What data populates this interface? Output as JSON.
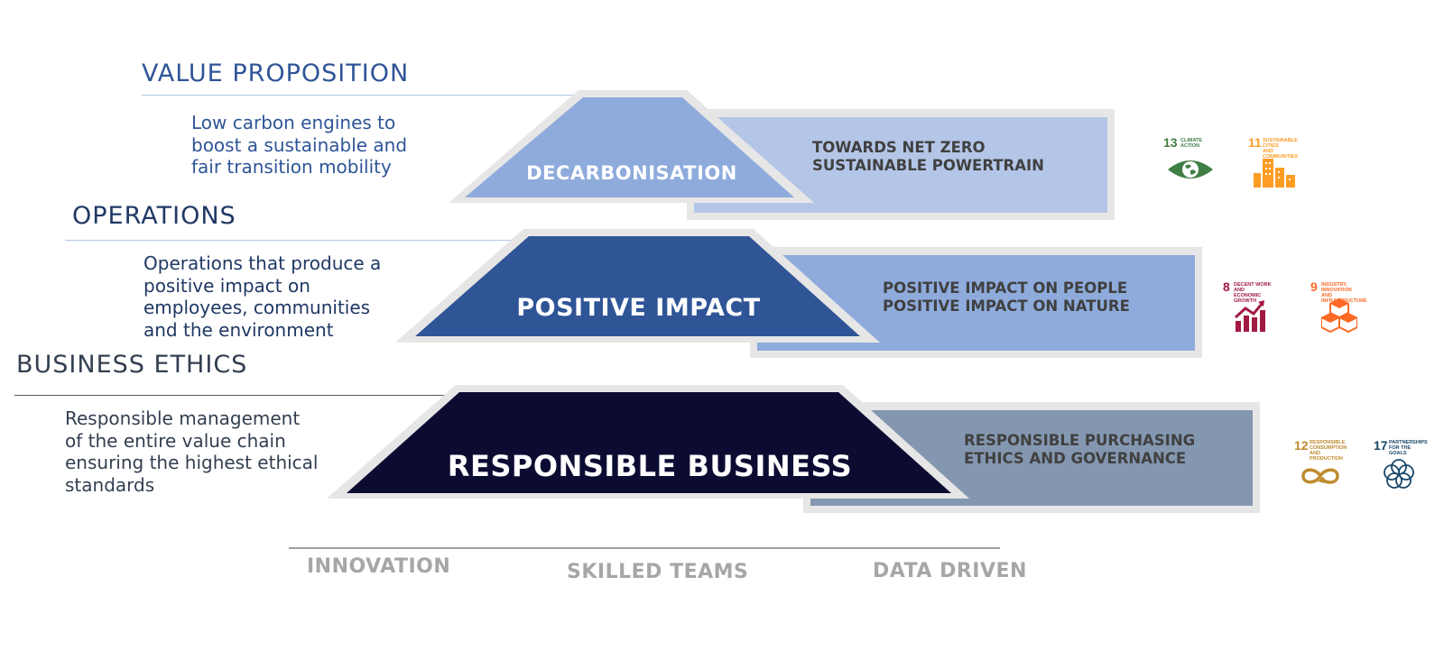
{
  "colors": {
    "decarbonisation": "#8eabdc",
    "decarbonisation_box": "#b4c6e7",
    "positive_impact": "#2f5597",
    "positive_impact_box": "#8eabdc",
    "responsible_business": "#0c0c33",
    "responsible_business_box": "#8497b0",
    "frame": "#e7e6e6",
    "heading_blue": "#2f5597",
    "heading_navy": "#1f3864",
    "heading_dark": "#333f50",
    "pillar_grey": "#a6a6a6"
  },
  "levels": [
    {
      "heading": "VALUE PROPOSITION",
      "description": [
        "Low carbon engines to",
        "boost a sustainable and",
        "fair transition mobility"
      ],
      "label": "DECARBONISATION",
      "box_lines": [
        "TOWARDS NET ZERO",
        "SUSTAINABLE POWERTRAIN"
      ],
      "sdgs": [
        {
          "number": "13",
          "title": [
            "CLIMATE",
            "ACTION"
          ],
          "color": "#3f7e44",
          "icon": "eye-globe-icon"
        },
        {
          "number": "11",
          "title": [
            "SUSTAINABLE CITIES",
            "AND COMMUNITIES"
          ],
          "color": "#fd9d24",
          "icon": "city-buildings-icon"
        }
      ]
    },
    {
      "heading": "OPERATIONS",
      "description": [
        "Operations that produce a",
        "positive impact on",
        "employees, communities",
        "and the environment"
      ],
      "label": "POSITIVE IMPACT",
      "box_lines": [
        "POSITIVE IMPACT ON PEOPLE",
        "POSITIVE IMPACT ON NATURE"
      ],
      "sdgs": [
        {
          "number": "8",
          "title": [
            "DECENT WORK AND",
            "ECONOMIC GROWTH"
          ],
          "color": "#a21942",
          "icon": "growth-chart-icon"
        },
        {
          "number": "9",
          "title": [
            "INDUSTRY, INNOVATION",
            "AND INFRASTRUCTURE"
          ],
          "color": "#fd6925",
          "icon": "cubes-icon"
        }
      ]
    },
    {
      "heading": "BUSINESS ETHICS",
      "description": [
        "Responsible management",
        "of the entire value chain",
        "ensuring the highest ethical",
        "standards"
      ],
      "label": "RESPONSIBLE BUSINESS",
      "box_lines": [
        "RESPONSIBLE PURCHASING",
        "ETHICS AND GOVERNANCE"
      ],
      "sdgs": [
        {
          "number": "12",
          "title": [
            "RESPONSIBLE",
            "CONSUMPTION",
            "AND PRODUCTION"
          ],
          "color": "#bf8b2e",
          "icon": "infinity-icon"
        },
        {
          "number": "17",
          "title": [
            "PARTNERSHIPS",
            "FOR THE GOALS"
          ],
          "color": "#19486a",
          "icon": "flower-rings-icon"
        }
      ]
    }
  ],
  "pillars": [
    "INNOVATION",
    "SKILLED TEAMS",
    "DATA DRIVEN"
  ]
}
